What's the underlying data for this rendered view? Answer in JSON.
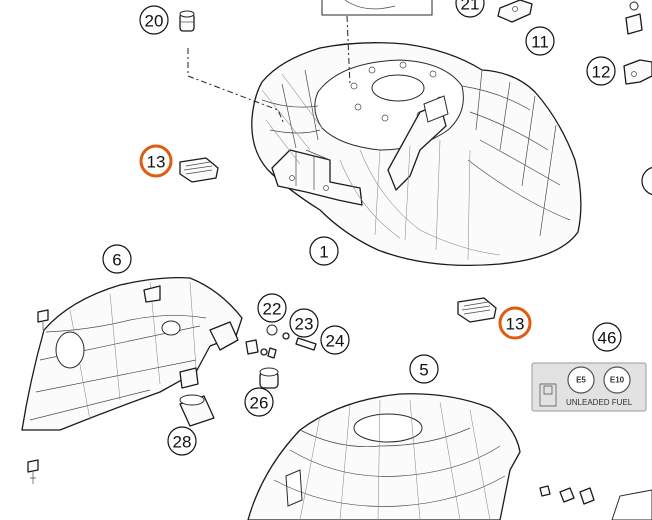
{
  "callouts": [
    {
      "id": "c20",
      "number": "20",
      "highlighted": false
    },
    {
      "id": "c21",
      "number": "21",
      "highlighted": false
    },
    {
      "id": "c11",
      "number": "11",
      "highlighted": false
    },
    {
      "id": "c12",
      "number": "12",
      "highlighted": false
    },
    {
      "id": "c13a",
      "number": "13",
      "highlighted": true
    },
    {
      "id": "c13b",
      "number": "13",
      "highlighted": true
    },
    {
      "id": "c1",
      "number": "1",
      "highlighted": false
    },
    {
      "id": "c6",
      "number": "6",
      "highlighted": false
    },
    {
      "id": "c22",
      "number": "22",
      "highlighted": false
    },
    {
      "id": "c23",
      "number": "23",
      "highlighted": false
    },
    {
      "id": "c24",
      "number": "24",
      "highlighted": false
    },
    {
      "id": "c46",
      "number": "46",
      "highlighted": false
    },
    {
      "id": "c5",
      "number": "5",
      "highlighted": false
    },
    {
      "id": "c26",
      "number": "26",
      "highlighted": false
    },
    {
      "id": "c28",
      "number": "28",
      "highlighted": false
    }
  ],
  "fuel_label": {
    "badge_left": "E5",
    "badge_right": "E10",
    "text": "UNLEADED FUEL"
  },
  "colors": {
    "highlight": "#e05a10",
    "line": "#1b1b1b",
    "label_background": "#e2e2e2"
  }
}
